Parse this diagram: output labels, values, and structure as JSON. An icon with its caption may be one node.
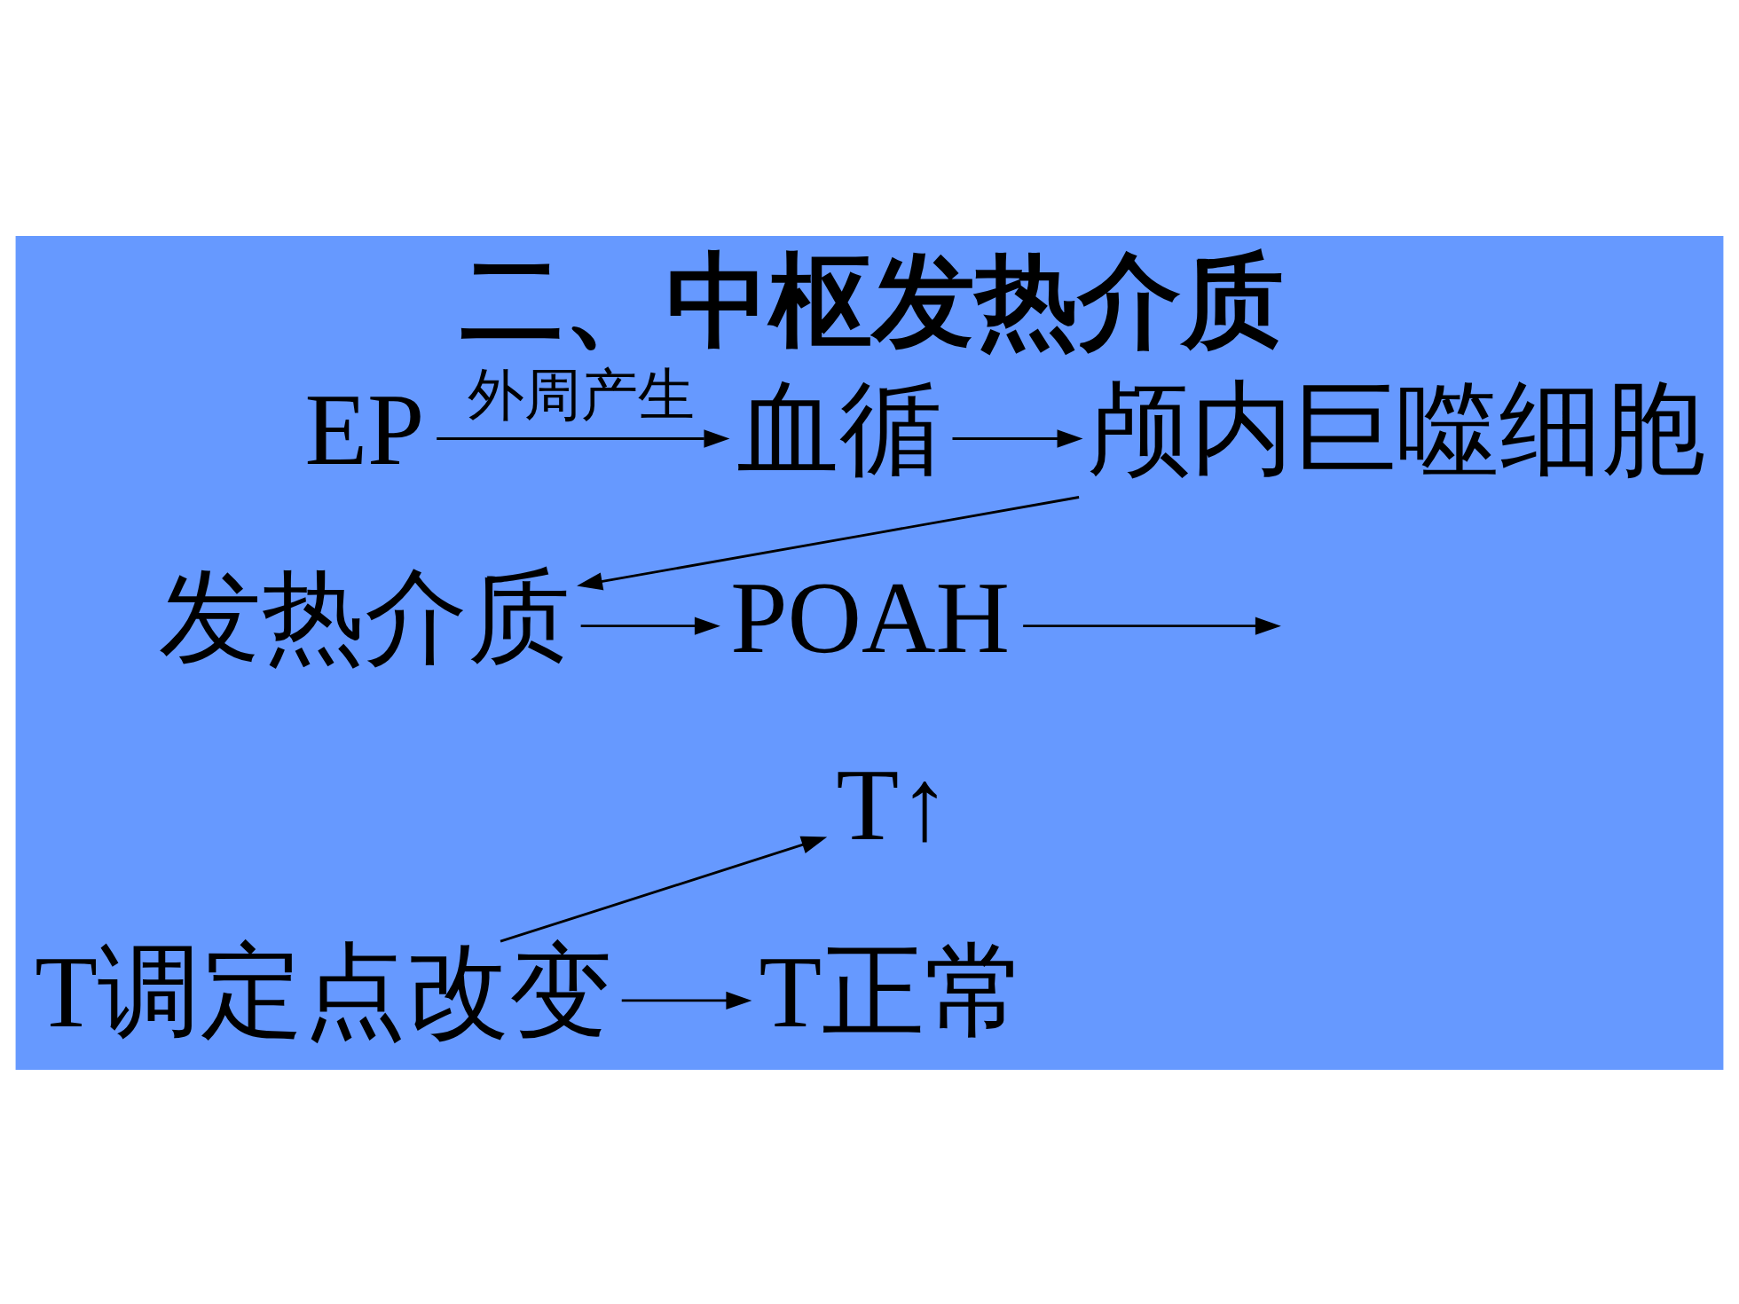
{
  "diagram": {
    "title": "二、中枢发热介质",
    "nodes": [
      {
        "text": [
          "EP"
        ]
      },
      {
        "text": [
          "血循"
        ]
      },
      {
        "text": [
          "颅内巨噬细胞"
        ]
      },
      {
        "text": [
          "发热介质"
        ]
      },
      {
        "text": [
          "POAH"
        ]
      },
      {
        "text": [
          "T↑"
        ]
      },
      {
        "text": [
          "T调定点改变"
        ]
      },
      {
        "text": [
          "T正常"
        ]
      }
    ],
    "edges": [
      {
        "from": 0,
        "to": 1,
        "arrow": "to",
        "label": "外周产生"
      },
      {
        "from": 1,
        "to": 2,
        "arrow": "to"
      },
      {
        "from": 2,
        "to": 3,
        "arrow": "to"
      },
      {
        "from": 3,
        "to": 4,
        "arrow": "to"
      },
      {
        "from": 4,
        "to": null,
        "arrow": "to"
      },
      {
        "from": 6,
        "to": 5,
        "arrow": "to"
      },
      {
        "from": 6,
        "to": 7,
        "arrow": "to"
      }
    ]
  }
}
